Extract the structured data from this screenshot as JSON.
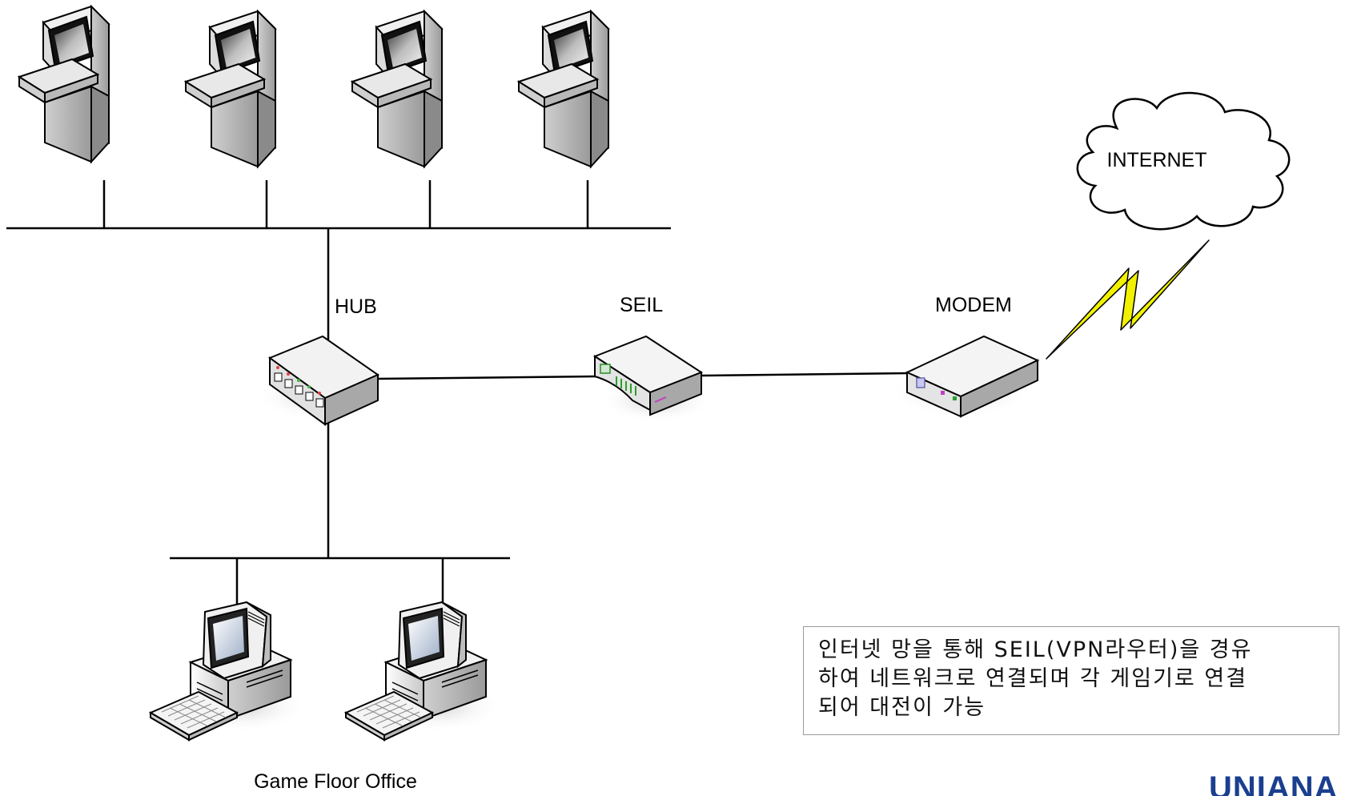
{
  "labels": {
    "hub": "HUB",
    "seil": "SEIL",
    "modem": "MODEM",
    "internet": "INTERNET",
    "office": "Game Floor Office"
  },
  "note": {
    "line1": "인터넷 망을 통해 SEIL(VPN라우터)을 경유",
    "line2": "하여 네트워크로 연결되며 각 게임기로 연결",
    "line3": "되어 대전이 가능"
  },
  "logo": "UNIANA",
  "colors": {
    "line": "#000000",
    "lightning": "#f2f200",
    "logo": "#1a3f8f",
    "device_gray": "#d9d9d9"
  }
}
